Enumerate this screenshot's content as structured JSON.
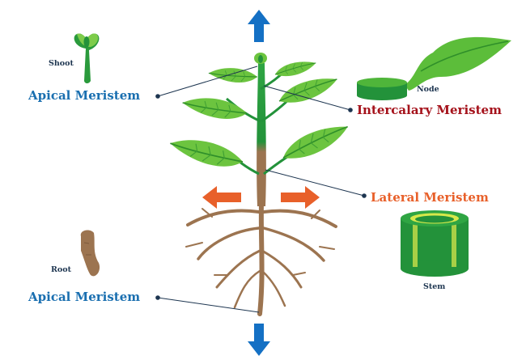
{
  "labels": {
    "shoot": "Shoot",
    "apical_top": "Apical Meristem",
    "node": "Node",
    "intercalary": "Intercalary Meristem",
    "lateral": "Lateral Meristem",
    "stem": "Stem",
    "root": "Root",
    "apical_bottom": "Apical Meristem"
  },
  "colors": {
    "apical": "#1a6fb0",
    "intercalary": "#a5121b",
    "lateral": "#e8602a",
    "arrow_blue": "#1470c4",
    "arrow_orange": "#e8602a",
    "leaf": "#5cbd3a",
    "stem": "#23923a",
    "root": "#9c7450",
    "leader_line": "#1d3550"
  },
  "icons": [
    "growth-up-arrow",
    "growth-down-arrow",
    "growth-left-arrow",
    "growth-right-arrow",
    "shoot-tip",
    "node-disc",
    "stem-cylinder",
    "root-tip"
  ]
}
